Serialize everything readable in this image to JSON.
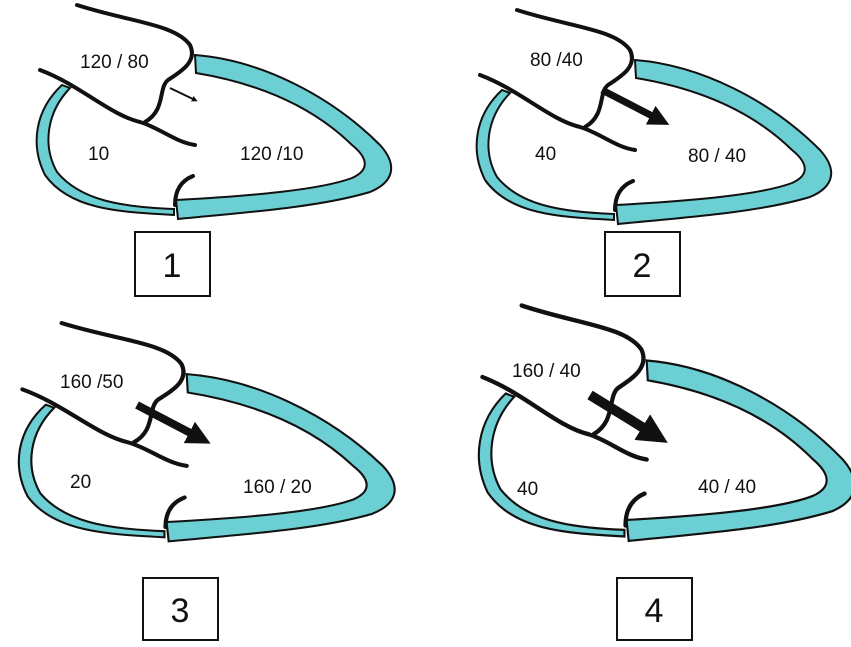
{
  "colors": {
    "wall": "#6ccfd3",
    "outline": "#111111"
  },
  "panels": [
    {
      "number": "1",
      "aorta": "120 / 80",
      "atrium": "10",
      "ventricle": "120 /10",
      "arrow_strength": 0.2
    },
    {
      "number": "2",
      "aorta": "80 /40",
      "atrium": "40",
      "ventricle": "80 / 40",
      "arrow_strength": 0.7
    },
    {
      "number": "3",
      "aorta": "160 /50",
      "atrium": "20",
      "ventricle": "160 / 20",
      "arrow_strength": 0.8
    },
    {
      "number": "4",
      "aorta": "160 / 40",
      "atrium": "40",
      "ventricle": "40 / 40",
      "arrow_strength": 1.0
    }
  ]
}
